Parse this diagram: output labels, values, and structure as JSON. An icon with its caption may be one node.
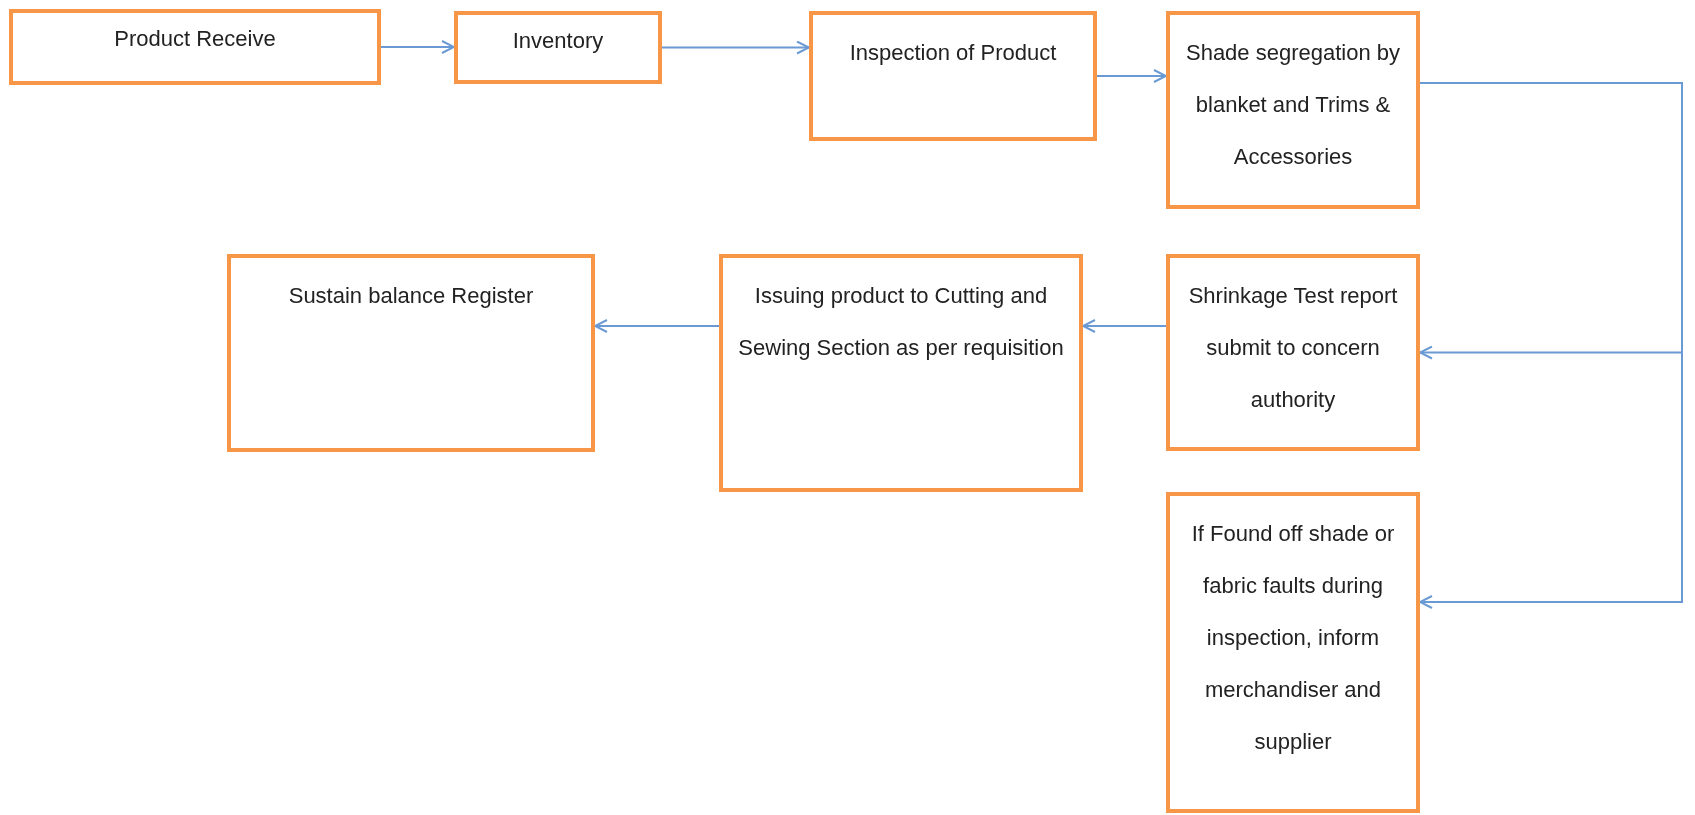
{
  "diagram": {
    "nodes": [
      {
        "text": [
          "Product Receive"
        ]
      },
      {
        "text": [
          "Inventory"
        ]
      },
      {
        "text": [
          "Inspection of Product"
        ]
      },
      {
        "text": [
          "Shade segregation by blanket and Trims & Accessories"
        ]
      },
      {
        "text": [
          "Shrinkage Test report submit to concern authority"
        ]
      },
      {
        "text": [
          "Issuing product to Cutting and Sewing Section as per requisition"
        ]
      },
      {
        "text": [
          "Sustain balance Register"
        ]
      },
      {
        "text": [
          "If Found off shade or fabric faults during inspection, inform merchandiser and supplier"
        ]
      }
    ],
    "edges": [
      {
        "from": 0,
        "to": 1,
        "arrow": "to"
      },
      {
        "from": 1,
        "to": 2,
        "arrow": "to"
      },
      {
        "from": 2,
        "to": 3,
        "arrow": "to"
      },
      {
        "from": 3,
        "to": 4,
        "arrow": "to"
      },
      {
        "from": 3,
        "to": 7,
        "arrow": "to"
      },
      {
        "from": 4,
        "to": 5,
        "arrow": "to"
      },
      {
        "from": 5,
        "to": 6,
        "arrow": "to"
      }
    ]
  }
}
